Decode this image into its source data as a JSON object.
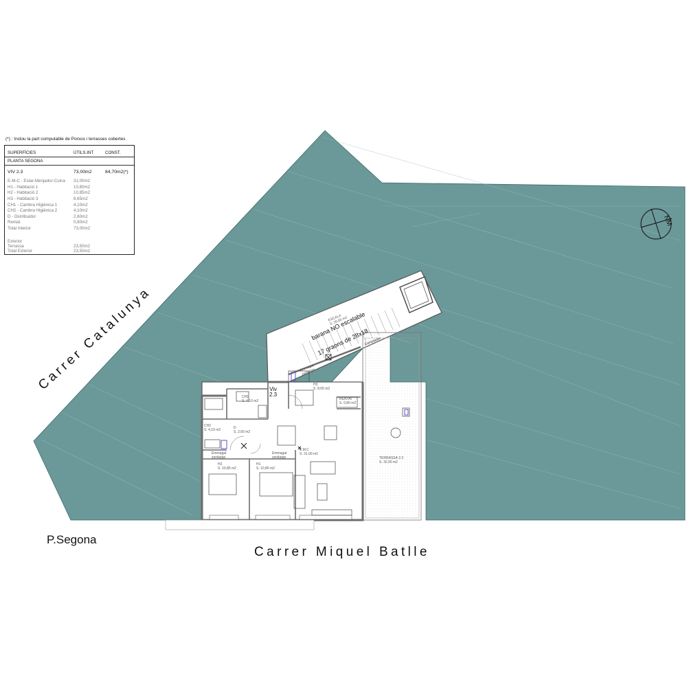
{
  "note": "(*) : Inclou la part computable  de Porxos i terrasses cobertes",
  "table": {
    "headers": [
      "SUPERFÍCIES",
      "ÚTILS.INT",
      "CONST."
    ],
    "section": "PLANTA SEGONA",
    "unit": {
      "name": "VIV  2.3",
      "util": "73,00m2",
      "const": "84,70m2(*)"
    },
    "rooms": [
      {
        "name": "E-M-C - Estar-Menjador-Cuina",
        "value": "31,00m2"
      },
      {
        "name": "H1 - Habitació 1",
        "value": "10,80m2"
      },
      {
        "name": "H2 - Habitació 2",
        "value": "10,85m2"
      },
      {
        "name": "H3 - Habitació 3",
        "value": "8,65m2"
      },
      {
        "name": "CH1 - Cambra Higiènica 1",
        "value": "4,10m2"
      },
      {
        "name": "CH2 - Cambra Higiènica 2",
        "value": "4,10m2"
      },
      {
        "name": "D - Distribuidor",
        "value": "2,60m2"
      },
      {
        "name": "Rentat.",
        "value": "0,80m2"
      },
      {
        "name": "Total Interior",
        "value": "73,00m2"
      }
    ],
    "exterior_title": "Exterior",
    "exterior": [
      {
        "name": "Terrassa",
        "value": "23,50m2"
      },
      {
        "name": "Total Exterior",
        "value": "23,50m2"
      }
    ]
  },
  "streets": {
    "catalunya": "Carrer  Catalunya",
    "miquel": "Carrer  Miquel  Batlle"
  },
  "floor_label": "P.Segona",
  "north_label": "NM",
  "unit_tag": {
    "line1": "Viv",
    "line2": "2.3"
  },
  "plan_labels": {
    "escala": "ESCALA",
    "escala_area": "S. 20,00 m2",
    "stair_note1": "barana NO escalable",
    "stair_note2": "17 graons de 28x18",
    "comptador": "Comptador",
    "emmagat": "Emmagat",
    "zenitatge": "zenitatge",
    "ch1": "CH1",
    "ch1_area": "S. 4,10 m2",
    "ch2": "CH2",
    "ch2_area": "S. 4,10 m2",
    "d": "D",
    "d_area": "S. 2,60 m2",
    "h1": "H1",
    "h1_area": "S. 10,80 m2",
    "h2": "H2",
    "h2_area": "S. 10,85 m2",
    "h3": "H3",
    "h3_area": "S. 8,65 m2",
    "emc": "E.M.C",
    "emc_area": "S. 31,00 m2",
    "rentat": "RENTAT",
    "rentat_area": "S. 0,80 m2",
    "terrassa": "TERRASSA 2.3",
    "terrassa_area": "S. 32,50 m2"
  },
  "colors": {
    "roof": "#6b9898",
    "roof_line": "#9dc0c0",
    "wall": "#6d6d6d",
    "bg": "#ffffff",
    "accent": "#5a4fcf"
  }
}
